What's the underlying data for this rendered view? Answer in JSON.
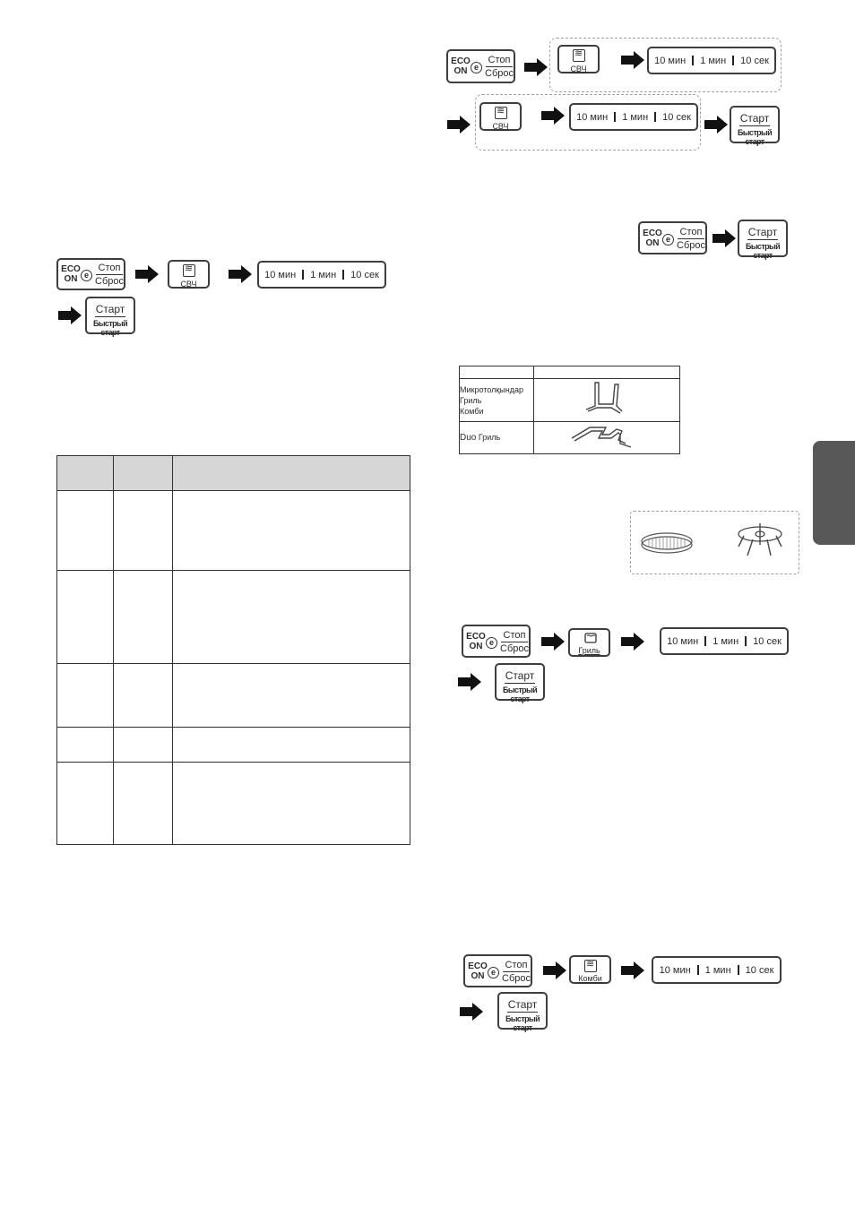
{
  "labels": {
    "eco_top": "ECO",
    "eco_bottom": "ON",
    "eco_symbol": "e",
    "stop": "Стоп",
    "reset": "Сброс",
    "mw": "СВЧ",
    "grill": "Гриль",
    "combi": "Комби",
    "time_10min": "10 мин",
    "time_1min": "1 мин",
    "time_10sec": "10 сек",
    "start": "Старт",
    "quick_start": "Быстрый старт"
  },
  "accessory_table": {
    "rows": [
      {
        "modes": [
          "Микротолқындар",
          "Гриль",
          "Комби"
        ],
        "icon": "high-rack-icon"
      },
      {
        "modes_prefix": "Duo",
        "modes_suffix": "Гриль",
        "icon": "low-rack-icon"
      }
    ]
  },
  "colors": {
    "button_border": "#3a3d42",
    "grid_header_bg": "#d6d6d6",
    "tab_marker": "#585858"
  }
}
